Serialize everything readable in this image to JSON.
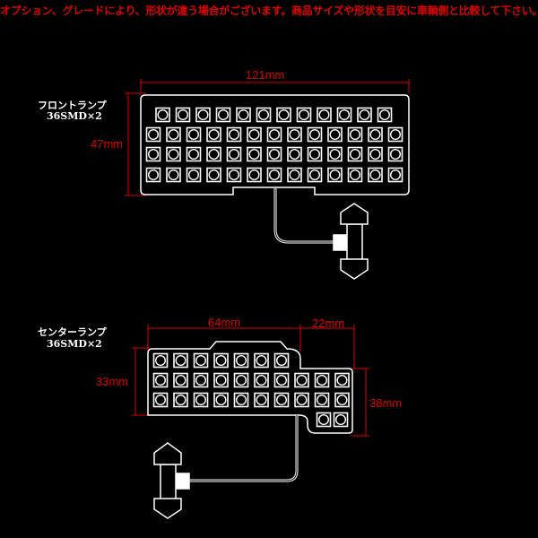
{
  "notice": "オプション、グレードにより、形状が違う場合がございます。商品サイズや形状を目安に車輌側と比較して下さい。",
  "colors": {
    "background": "#000000",
    "outline": "#ffffff",
    "dimension": "#e00000"
  },
  "front_lamp": {
    "name": "フロントランプ",
    "spec": "36SMD×2",
    "width": "121mm",
    "height": "47mm",
    "led_rows": [
      12,
      13,
      13,
      13
    ]
  },
  "center_lamp": {
    "name": "センターランプ",
    "spec": "36SMD×2",
    "width_main": "64mm",
    "width_ext": "22mm",
    "height_main": "33mm",
    "height_ext": "38mm",
    "led_rows": [
      7,
      10,
      10,
      2
    ]
  }
}
